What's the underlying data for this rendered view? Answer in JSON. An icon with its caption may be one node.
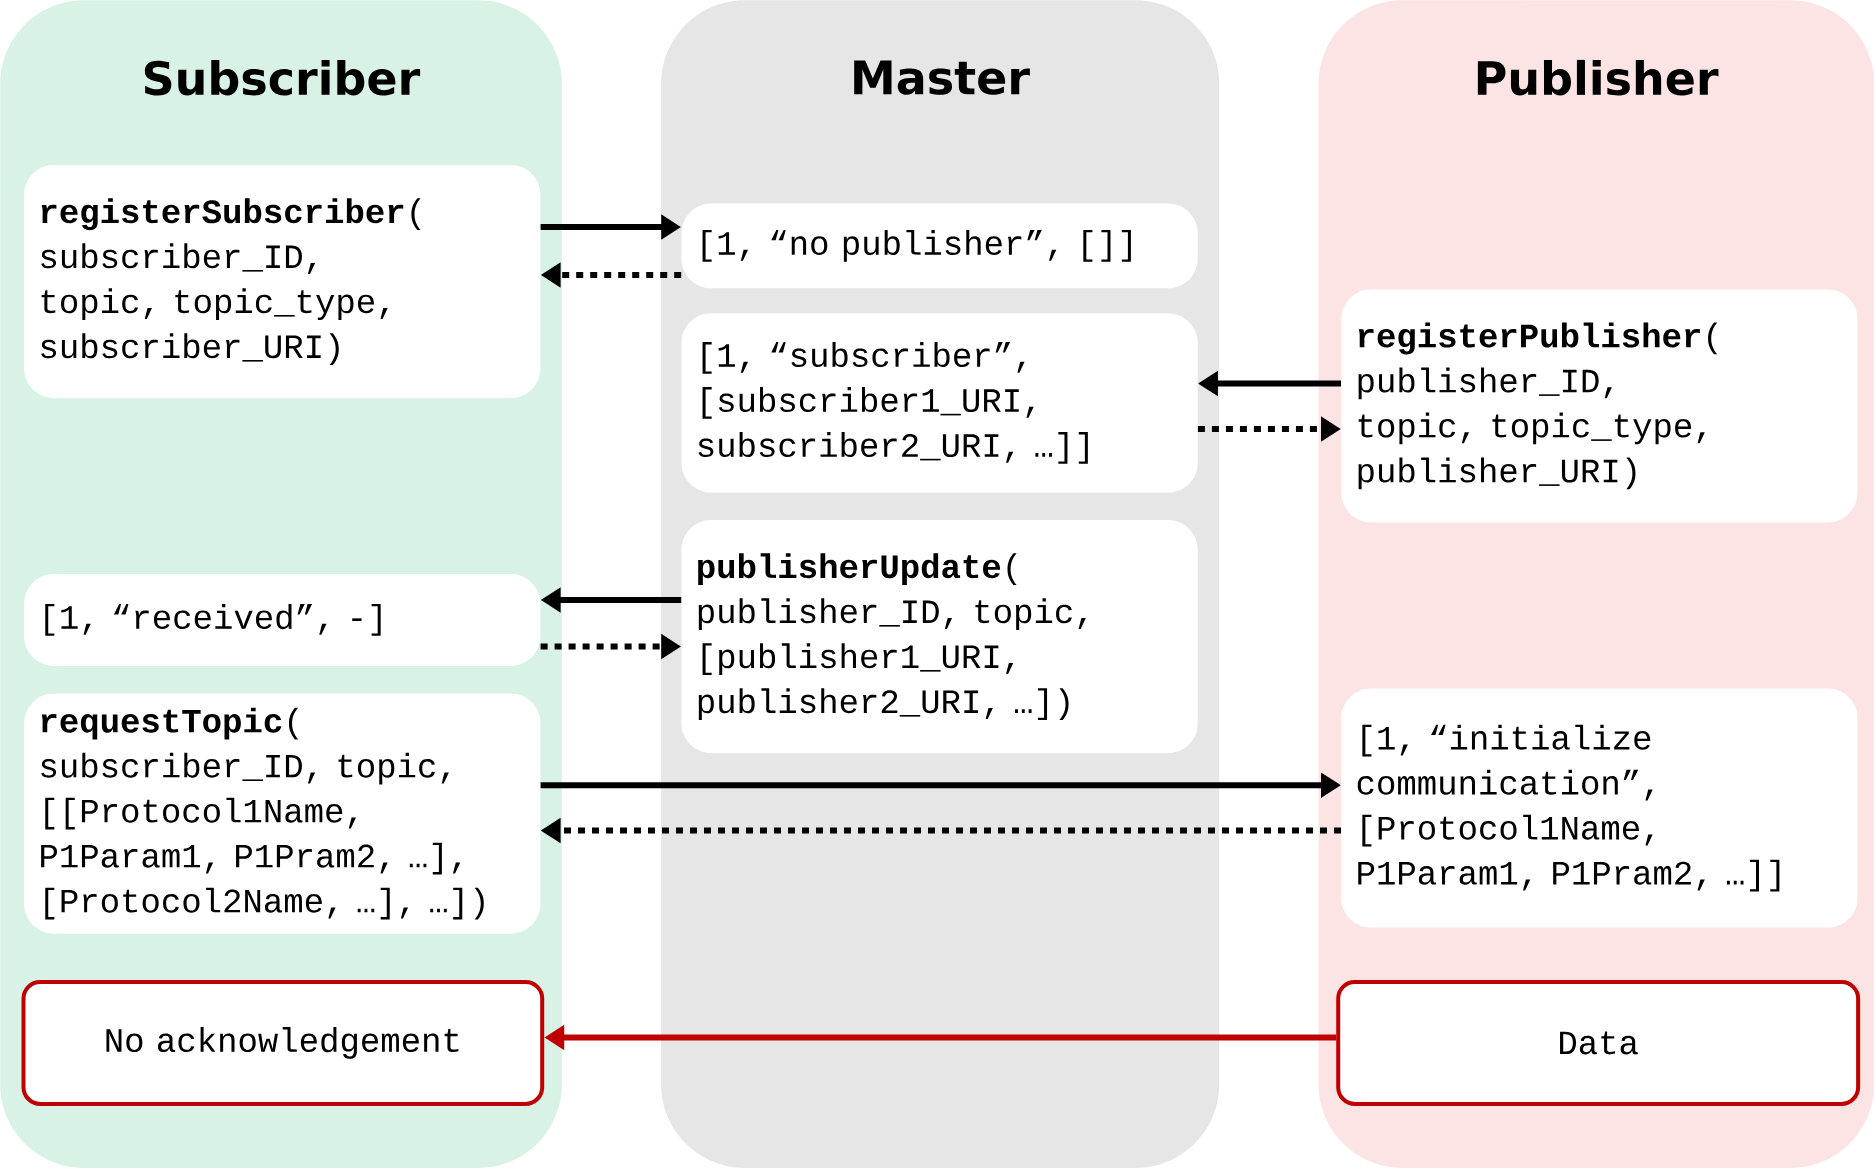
{
  "diagram": {
    "nodes": [
      {
        "text": [
          "Subscriber"
        ]
      },
      {
        "text": [
          "Master"
        ]
      },
      {
        "text": [
          "Publisher"
        ]
      },
      {
        "text": [
          "**registerSubscriber**( subscriber_ID, topic, topic_type, subscriber_URI)"
        ],
        "in": 0
      },
      {
        "text": [
          "[1, “no publisher”, []]"
        ],
        "in": 1
      },
      {
        "text": [
          "[1, “subscriber”, [subscriber1_URI, subscriber2_URI, …]]"
        ],
        "in": 1
      },
      {
        "text": [
          "**registerPublisher**( publisher_ID, topic, topic_type, publisher_URI)"
        ],
        "in": 2
      },
      {
        "text": [
          "[1, “received”, -]"
        ],
        "in": 0
      },
      {
        "text": [
          "**publisherUpdate**( publisher_ID, topic, [publisher1_URI, publisher2_URI, …])"
        ],
        "in": 1
      },
      {
        "text": [
          "**requestTopic**( subscriber_ID, topic, [[Protocol1Name, P1Param1, P1Pram2, …], [Protocol2Name, …], …])"
        ],
        "in": 0
      },
      {
        "text": [
          "[1, “initialize communication”, [Protocol1Name, P1Param1, P1Pram2, …]]"
        ],
        "in": 2
      },
      {
        "text": [
          "No acknowledgement"
        ],
        "in": 0
      },
      {
        "text": [
          "Data"
        ],
        "in": 2
      }
    ],
    "edges": [
      {
        "from": 3,
        "to": 4,
        "arrow": "to"
      },
      {
        "from": 4,
        "to": 3,
        "arrow": "to",
        "style": "dashed"
      },
      {
        "from": 6,
        "to": 5,
        "arrow": "to"
      },
      {
        "from": 5,
        "to": 6,
        "arrow": "to",
        "style": "dashed"
      },
      {
        "from": 8,
        "to": 7,
        "arrow": "to"
      },
      {
        "from": 7,
        "to": 8,
        "arrow": "to",
        "style": "dashed"
      },
      {
        "from": 9,
        "to": 10,
        "arrow": "to"
      },
      {
        "from": 10,
        "to": 9,
        "arrow": "to",
        "style": "dashed"
      },
      {
        "from": 12,
        "to": 11,
        "arrow": "to",
        "color": "#c00000"
      }
    ]
  }
}
